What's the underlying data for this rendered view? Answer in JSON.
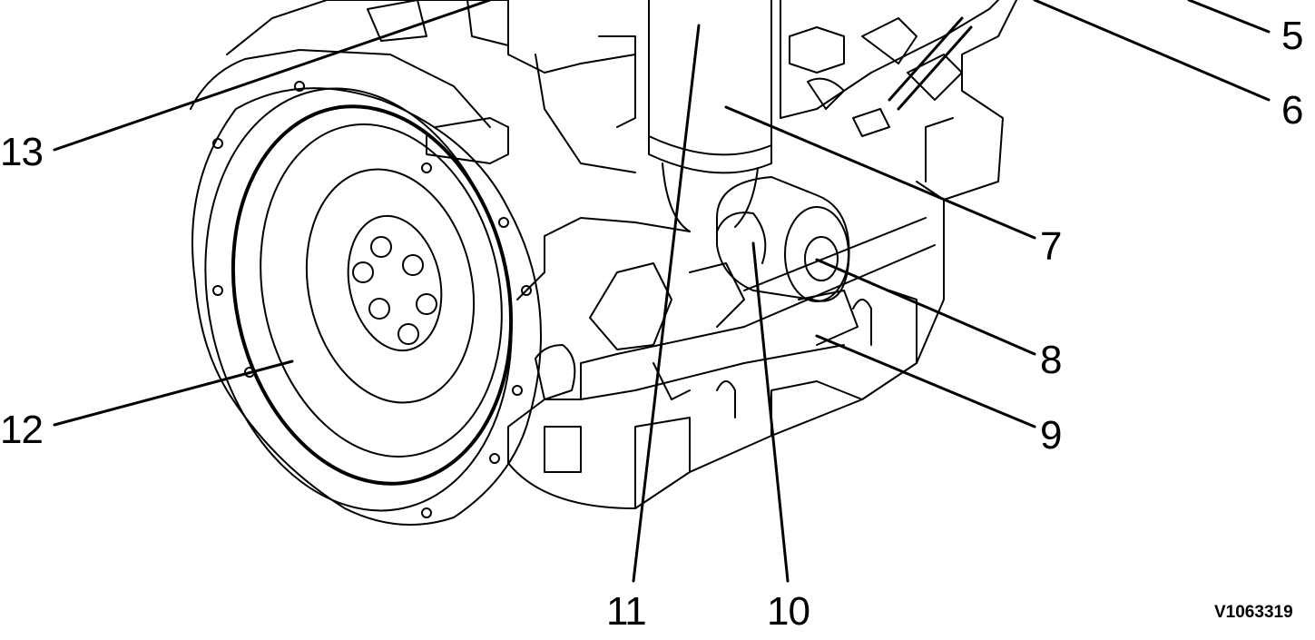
{
  "diagram": {
    "reference_code": "V1063319",
    "callouts": [
      {
        "id": "13",
        "label": "13"
      },
      {
        "id": "12",
        "label": "12"
      },
      {
        "id": "11",
        "label": "11"
      },
      {
        "id": "10",
        "label": "10"
      },
      {
        "id": "9",
        "label": "9"
      },
      {
        "id": "8",
        "label": "8"
      },
      {
        "id": "7",
        "label": "7"
      },
      {
        "id": "6",
        "label": "6"
      },
      {
        "id": "5",
        "label": "5"
      }
    ]
  },
  "colors": {
    "line": "#000000",
    "background": "#ffffff"
  }
}
